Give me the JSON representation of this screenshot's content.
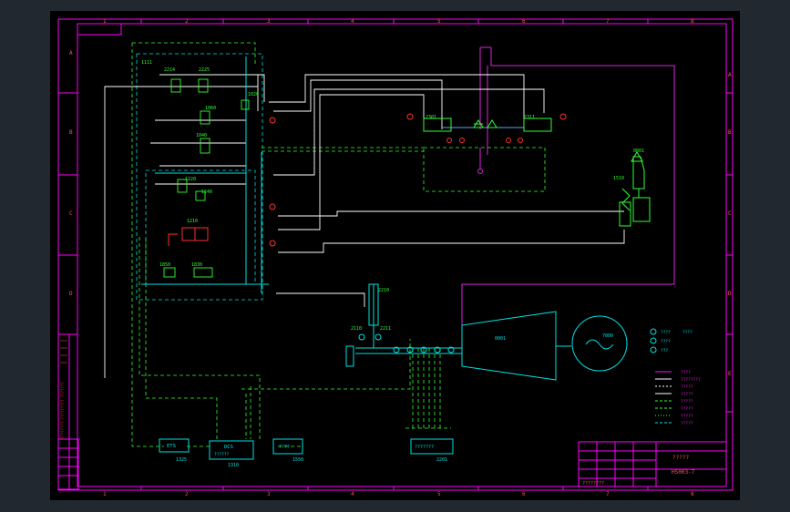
{
  "frame": {
    "column_numbers": [
      "1",
      "2",
      "3",
      "4",
      "5",
      "6",
      "7",
      "8"
    ],
    "row_letters": [
      "A",
      "B",
      "C",
      "D",
      "E"
    ]
  },
  "tags": {
    "t2214": "2214",
    "t2225": "2225",
    "t1020": "1020",
    "t1060": "1060",
    "t1040": "1040",
    "t1220": "1220",
    "t1240": "1240",
    "t1210": "1210",
    "t1850": "1850",
    "t1830": "1830",
    "t2301": "2301",
    "t2311": "2311",
    "t0801": "0801",
    "t1510": "1510",
    "t2210": "2210",
    "t2110": "2110",
    "t2211": "2211",
    "t0001": "0001",
    "t7000": "7000",
    "t1111": "1111"
  },
  "blocks": {
    "ets": {
      "label": "ETS",
      "number": "1325"
    },
    "dcs": {
      "label": "DCS",
      "sublabel": "??????",
      "number": "1310"
    },
    "aux": {
      "label": "????",
      "number": "1550"
    },
    "bottom": {
      "label": "???????",
      "number": "2201"
    }
  },
  "legend": {
    "symbols": [
      "????",
      "????",
      "???",
      "????"
    ],
    "lines": [
      "????",
      "????????",
      "?????",
      "?????",
      "?????",
      "?????",
      "?????",
      "?????"
    ]
  },
  "title_block": {
    "name": "?????",
    "drawing_no": "HS003-7",
    "bottom_note": "????????"
  },
  "revision_note": "???????? ????????? ???????"
}
